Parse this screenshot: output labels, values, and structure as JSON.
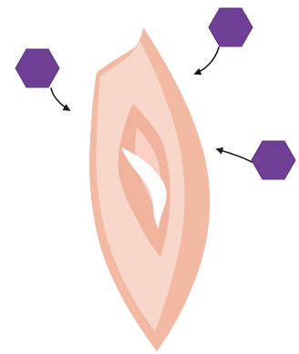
{
  "colors": {
    "background": "#ffffff",
    "tissue_outer": "#f2b9a3",
    "tissue_inner": "#f9d6ca",
    "tissue_core": "#f0b39d",
    "wound": "#ffffff",
    "particle_fill": "#6e3f94",
    "particle_stroke": "#5f3482",
    "arrow": "#1a1a1a"
  },
  "icons": {
    "tissue": "elongated-tissue-fragment",
    "particle": "purple-hexagon",
    "arrow": "black-arrow"
  },
  "particles": [
    {
      "id": "left",
      "icon": "purple-hexagon"
    },
    {
      "id": "top-right",
      "icon": "purple-hexagon"
    },
    {
      "id": "right",
      "icon": "purple-hexagon"
    }
  ]
}
